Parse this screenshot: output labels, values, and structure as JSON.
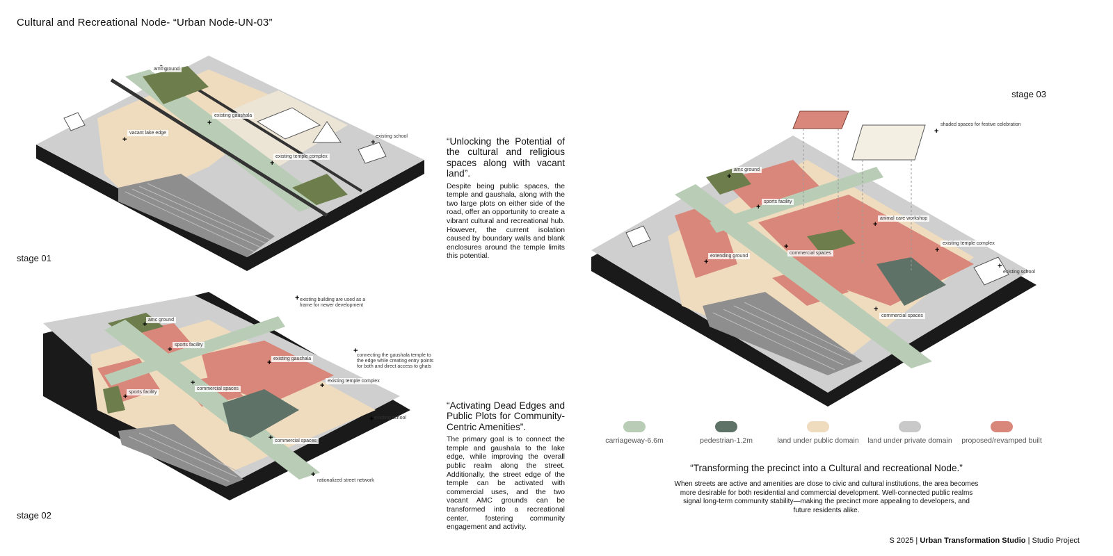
{
  "title": "Cultural and Recreational Node- “Urban Node-UN-03”",
  "stages": {
    "s1": "stage 01",
    "s2": "stage 02",
    "s3": "stage 03"
  },
  "stage1_labels": {
    "amc_ground": "amc ground",
    "existing_gaushala": "existing gaushala",
    "vacant_lake_edge": "vacant lake edge",
    "existing_school": "existing school",
    "existing_temple_complex": "existing temple complex"
  },
  "stage2_labels": {
    "existing_building": "existing building are used as a frame for newer development",
    "amc_ground": "amc ground",
    "sports_facility_1": "sports facility",
    "connecting": "connecting the gaushala temple to the edge while creating entry points for both and direct access to ghats",
    "existing_gaushala": "existing gaushala",
    "existing_temple_complex": "existing temple complex",
    "sports_facility_2": "sports facility",
    "commercial_spaces_1": "commercial spaces",
    "existing_school": "existing school",
    "commercial_spaces_2": "commercial spaces",
    "rationalized": "rationalized street network"
  },
  "stage3_labels": {
    "shaded": "shaded spaces for festive celebration",
    "amc_ground": "amc ground",
    "sports_facility": "sports facility",
    "animal_care": "animal care workshop",
    "existing_temple_complex": "existing temple complex",
    "extending_ground": "extending ground",
    "commercial_spaces_1": "commercial spaces",
    "existing_school": "existing school",
    "commercial_spaces_2": "commercial spaces"
  },
  "block1": {
    "quote": "“Unlocking the Potential of the cultural and religious spaces along with vacant land”.",
    "body": "Despite being public spaces, the temple and gaushala, along with the two large plots on either side of the road, offer an opportunity to create a vibrant cultural and recreational hub. However, the current isolation caused by boundary walls and blank enclosures around the temple limits this potential."
  },
  "block2": {
    "quote": "“Activating Dead Edges and Public Plots for Community-Centric Amenities”.",
    "body": "The primary goal is to connect the temple and gaushala to the lake edge, while improving the overall public realm along the street. Additionally, the street edge of the temple can be activated with commercial uses, and the two vacant AMC grounds can be transformed into a recreational center, fostering community engagement and activity."
  },
  "block3": {
    "quote": "“Transforming the precinct into a  Cultural and recreational Node.”",
    "body": "When streets are active and amenities are close to civic and cultural institutions, the area becomes more desirable for both residential and commercial development. Well-connected public realms signal long-term community stability—making the precinct more appealing to developers, and future residents alike."
  },
  "legend": [
    {
      "label": "carriageway-6.6m",
      "color": "#b9cdb6"
    },
    {
      "label": "pedestrian-1.2m",
      "color": "#5f7268"
    },
    {
      "label": "land under public domain",
      "color": "#efdcbf"
    },
    {
      "label": "land under private domain",
      "color": "#c9c9c9"
    },
    {
      "label": "proposed/revamped built",
      "color": "#d9877a"
    }
  ],
  "footer": {
    "year": "S 2025 |",
    "studio": "Urban Transformation Studio",
    "project": "| Studio Project"
  },
  "colors": {
    "carriageway": "#b9cdb6",
    "pedestrian": "#5f7268",
    "public_land": "#efdcbf",
    "private_land": "#c9c9c9",
    "built": "#d9877a",
    "green": "#6d7d4c",
    "base": "#1a1a1a"
  }
}
